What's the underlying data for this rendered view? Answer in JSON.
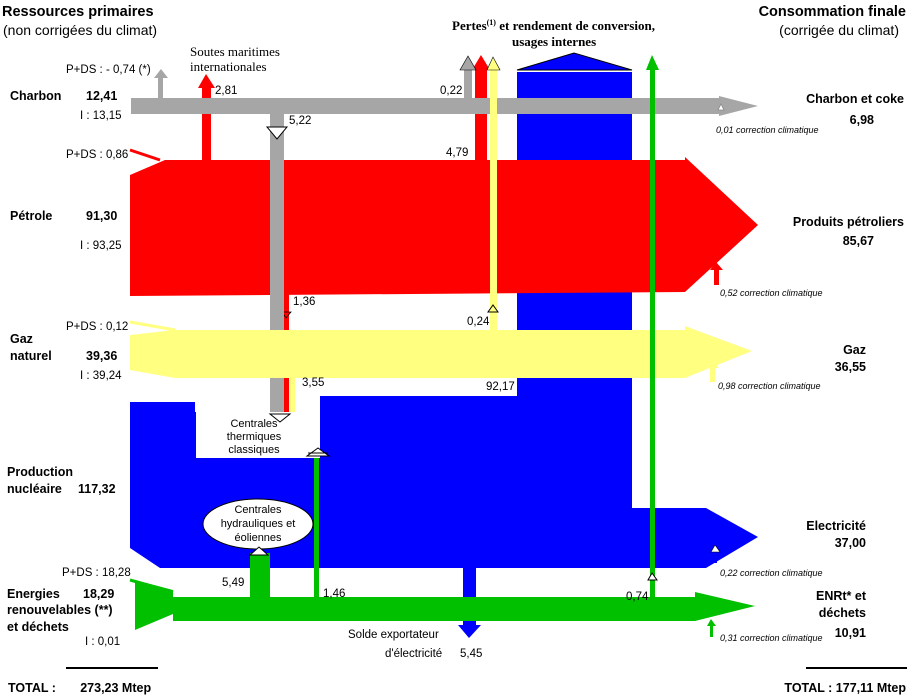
{
  "header": {
    "left_title": "Ressources primaires",
    "left_sub": "(non corrigées du climat)",
    "right_title": "Consommation finale",
    "right_sub": "(corrigée du climat)",
    "losses_line1": "Pertes",
    "losses_sup": "(1)",
    "losses_line1b": " et rendement de conversion,",
    "losses_line2": "usages internes",
    "bunkers_line1": "Soutes maritimes",
    "bunkers_line2": "internationales"
  },
  "sources": {
    "charbon": {
      "pds": "P+DS : - 0,74 (*)",
      "name": "Charbon",
      "value": "12,41",
      "imp": "I  : 13,15"
    },
    "petrole": {
      "pds": "P+DS : 0,86",
      "name": "Pétrole",
      "value": "91,30",
      "imp": "I  : 93,25"
    },
    "gaz": {
      "pds": "P+DS : 0,12",
      "name1": "Gaz",
      "name2": "naturel",
      "value": "39,36",
      "imp": "I  : 39,24"
    },
    "nucleaire": {
      "name1": "Production",
      "name2": "nucléaire",
      "value": "117,32"
    },
    "enr": {
      "pds": "P+DS : 18,28",
      "name1": "Energies",
      "value": "18,29",
      "name2": "renouvelables (**)",
      "name3": "et déchets",
      "imp": "I  : 0,01"
    }
  },
  "flow_labels": {
    "soutes": "2,81",
    "charbon_loss": "0,22",
    "charbon_to_centrales": "5,22",
    "petrole_loss": "4,79",
    "petrole_to_centrales": "1,36",
    "gaz_loss": "0,24",
    "gaz_to_centrales": "3,55",
    "elec_loss": "92,17",
    "hydro": "5,49",
    "enr_to_thermal": "1,46",
    "enr_loss": "0,74"
  },
  "boxes": {
    "thermal1": "Centrales",
    "thermal2": "thermiques",
    "thermal3": "classiques",
    "hydro1": "Centrales",
    "hydro2": "hydrauliques et",
    "hydro3": "éoliennes"
  },
  "export": {
    "line1": "Solde exportateur",
    "line2": "d'électricité",
    "value": "5,45"
  },
  "finals": {
    "charbon": {
      "name": "Charbon et coke",
      "value": "6,98",
      "corr": "0,01 correction climatique"
    },
    "petrole": {
      "name": "Produits pétroliers",
      "value": "85,67",
      "corr": "0,52 correction climatique"
    },
    "gaz": {
      "name": "Gaz",
      "value": "36,55",
      "corr": "0,98 correction climatique"
    },
    "elec": {
      "name": "Electricité",
      "value": "37,00",
      "corr": "0,22 correction climatique"
    },
    "enr": {
      "name1": "ENRt* et",
      "name2": "déchets",
      "value": "10,91",
      "corr": "0,31 correction climatique"
    }
  },
  "totals": {
    "left": "TOTAL :       273,23 Mtep",
    "right": "TOTAL : 177,11 Mtep"
  },
  "colors": {
    "charbon": "#a6a6a6",
    "petrole": "#ff0000",
    "gaz": "#ffff80",
    "elec": "#0000ff",
    "enr": "#00c000"
  }
}
